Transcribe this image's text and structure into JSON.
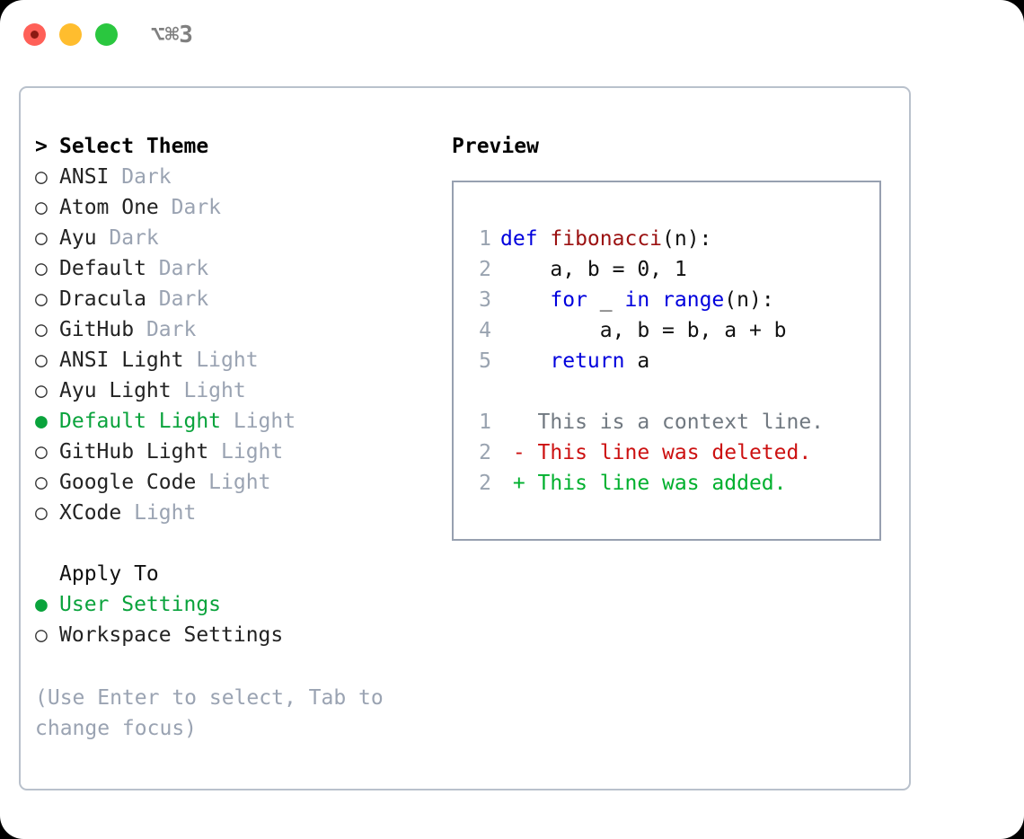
{
  "window": {
    "title": "⌥⌘3",
    "controls": [
      {
        "name": "close",
        "color": "#ff6058"
      },
      {
        "name": "minimize",
        "color": "#ffbd2e"
      },
      {
        "name": "zoom",
        "color": "#2ac73f"
      }
    ]
  },
  "colors": {
    "accent_green": "#0aa33c",
    "muted": "#9aa3b2",
    "panel_border": "#b9c1cc",
    "preview_border": "#97a0b0",
    "keyword_blue": "#0000dd",
    "function_red": "#9b1111",
    "diff_add": "#00b02e",
    "diff_del": "#cc1111"
  },
  "theme_list": {
    "header_marker": ">",
    "header": "Select Theme",
    "items": [
      {
        "marker": "○",
        "label": "ANSI",
        "tag": "Dark",
        "selected": false
      },
      {
        "marker": "○",
        "label": "Atom One",
        "tag": "Dark",
        "selected": false
      },
      {
        "marker": "○",
        "label": "Ayu",
        "tag": "Dark",
        "selected": false
      },
      {
        "marker": "○",
        "label": "Default",
        "tag": "Dark",
        "selected": false
      },
      {
        "marker": "○",
        "label": "Dracula",
        "tag": "Dark",
        "selected": false
      },
      {
        "marker": "○",
        "label": "GitHub",
        "tag": "Dark",
        "selected": false
      },
      {
        "marker": "○",
        "label": "ANSI Light",
        "tag": "Light",
        "selected": false
      },
      {
        "marker": "○",
        "label": "Ayu Light",
        "tag": "Light",
        "selected": false
      },
      {
        "marker": "●",
        "label": "Default Light",
        "tag": "Light",
        "selected": true
      },
      {
        "marker": "○",
        "label": "GitHub Light",
        "tag": "Light",
        "selected": false
      },
      {
        "marker": "○",
        "label": "Google Code",
        "tag": "Light",
        "selected": false
      },
      {
        "marker": "○",
        "label": "XCode",
        "tag": "Light",
        "selected": false
      }
    ]
  },
  "apply_to": {
    "header": "Apply To",
    "items": [
      {
        "marker": "●",
        "label": "User Settings",
        "selected": true
      },
      {
        "marker": "○",
        "label": "Workspace Settings",
        "selected": false
      }
    ]
  },
  "hint": "(Use Enter to select, Tab to change focus)",
  "preview": {
    "title": "Preview",
    "code_lines": [
      {
        "no": "1",
        "indent": "",
        "tokens": [
          {
            "t": "def ",
            "c": "kw"
          },
          {
            "t": "fibonacci",
            "c": "fn"
          },
          {
            "t": "(n):",
            "c": "pl"
          }
        ]
      },
      {
        "no": "2",
        "indent": "    ",
        "tokens": [
          {
            "t": "a, b = 0, 1",
            "c": "pl"
          }
        ]
      },
      {
        "no": "3",
        "indent": "    ",
        "tokens": [
          {
            "t": "for ",
            "c": "kw"
          },
          {
            "t": "_ ",
            "c": "pl"
          },
          {
            "t": "in ",
            "c": "kw"
          },
          {
            "t": "range",
            "c": "kw"
          },
          {
            "t": "(n):",
            "c": "pl"
          }
        ]
      },
      {
        "no": "4",
        "indent": "        ",
        "tokens": [
          {
            "t": "a, b = b, a + b",
            "c": "pl"
          }
        ]
      },
      {
        "no": "5",
        "indent": "    ",
        "tokens": [
          {
            "t": "return ",
            "c": "kw"
          },
          {
            "t": "a",
            "c": "pl"
          }
        ]
      }
    ],
    "diff_lines": [
      {
        "no": "1",
        "sign": " ",
        "text": "This is a context line.",
        "kind": "ctx"
      },
      {
        "no": "2",
        "sign": "-",
        "text": "This line was deleted.",
        "kind": "del"
      },
      {
        "no": "2",
        "sign": "+",
        "text": "This line was added.",
        "kind": "add"
      }
    ]
  }
}
